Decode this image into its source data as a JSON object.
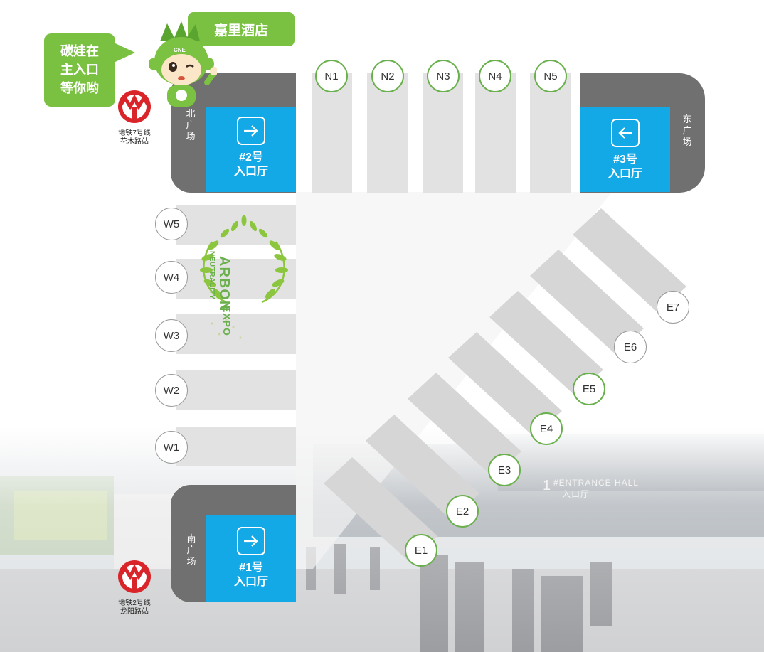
{
  "hotel_label": "嘉里酒店",
  "mascot_bubble": {
    "line1": "碳娃在",
    "line2": "主入口",
    "line3": "等你哟"
  },
  "mascot_badge": "CNE",
  "metro": [
    {
      "line1": "地铁7号线",
      "line2": "花木路站"
    },
    {
      "line1": "地铁2号线",
      "line2": "龙阳路站"
    }
  ],
  "plazas": {
    "north": "北广场",
    "east": "东广场",
    "south": "南广场"
  },
  "entrances": [
    {
      "label1": "#2号",
      "label2": "入口厅",
      "arrow": "enter-arrow-icon"
    },
    {
      "label1": "#3号",
      "label2": "入口厅",
      "arrow": "exit-arrow-icon"
    },
    {
      "label1": "#1号",
      "label2": "入口厅",
      "arrow": "enter-arrow-icon"
    }
  ],
  "north_halls": [
    "N1",
    "N2",
    "N3",
    "N4",
    "N5"
  ],
  "west_halls": [
    "W5",
    "W4",
    "W3",
    "W2",
    "W1"
  ],
  "east_halls": [
    "E7",
    "E6",
    "E5",
    "E4",
    "E3",
    "E2",
    "E1"
  ],
  "expo_logo": {
    "line1": "ARBON",
    "line2": "NEUTRALITY",
    "line3": "EXPO"
  },
  "photo_sign": {
    "hall": "#ENTRANCE HALL",
    "hall_cn": "入口厅",
    "num": "1"
  },
  "colors": {
    "plaza": "#707070",
    "entrance": "#13a8e6",
    "hall": "#e2e2e2",
    "accent_green": "#7ac142",
    "metro_red": "#d9252a"
  }
}
